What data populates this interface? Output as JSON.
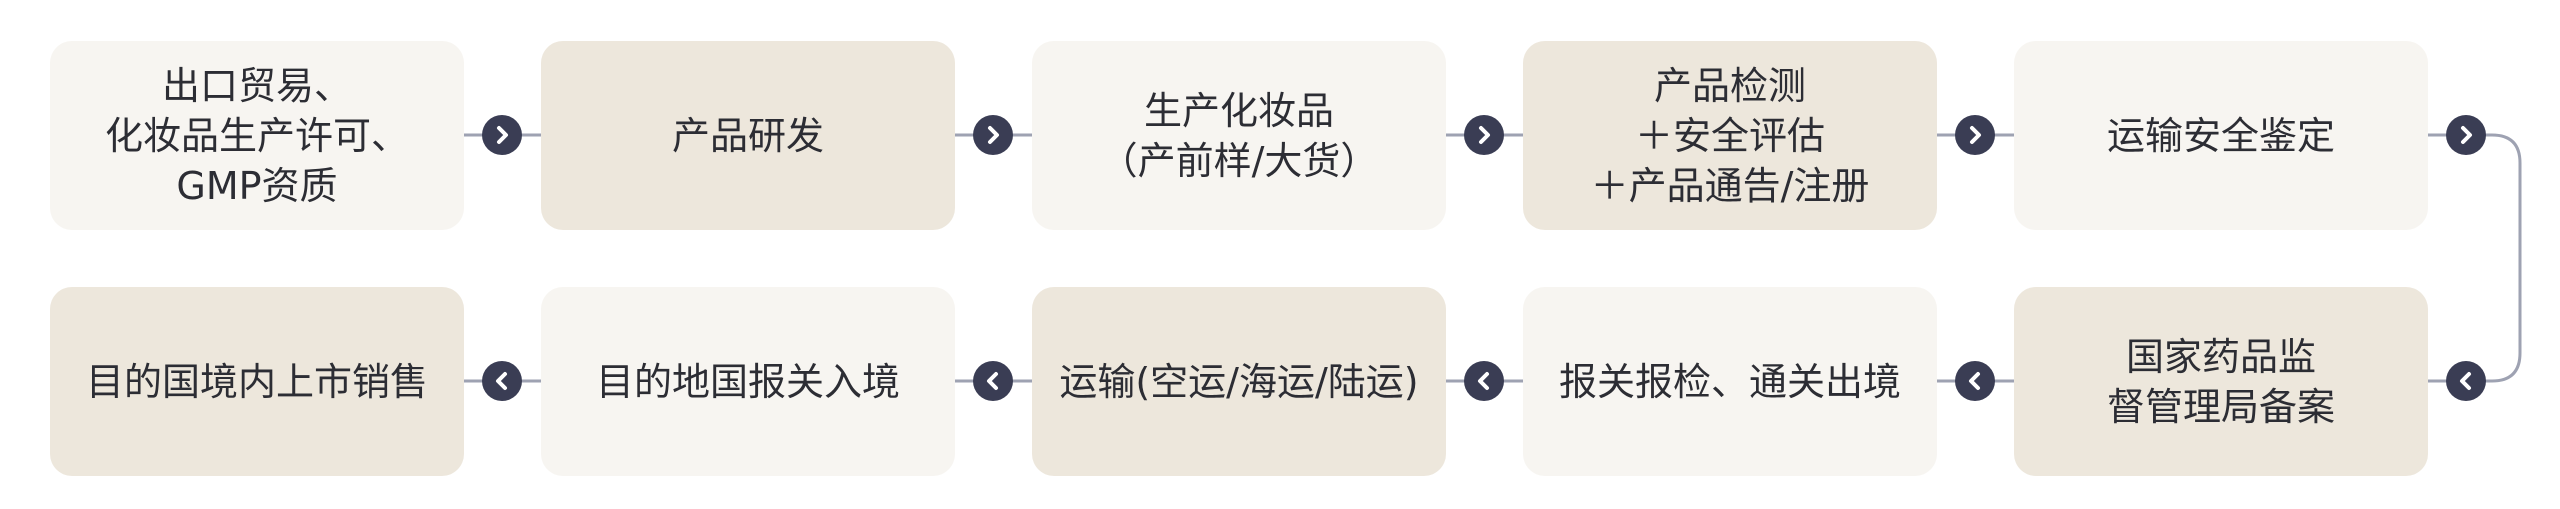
{
  "flow": {
    "row1": [
      {
        "label": "出口贸易、\n化妆品生产许可、\nGMP资质",
        "tone": "light"
      },
      {
        "label": "产品研发",
        "tone": "dark"
      },
      {
        "label": "生产化妆品\n（产前样/大货）",
        "tone": "light"
      },
      {
        "label": "产品检测\n＋安全评估\n＋产品通告/注册",
        "tone": "dark"
      },
      {
        "label": "运输安全鉴定",
        "tone": "light"
      }
    ],
    "row2": [
      {
        "label": "目的国境内上市销售",
        "tone": "dark"
      },
      {
        "label": "目的地国报关入境",
        "tone": "light"
      },
      {
        "label": "运输(空运/海运/陆运)",
        "tone": "dark"
      },
      {
        "label": "报关报检、通关出境",
        "tone": "light"
      },
      {
        "label": "国家药品监\n督管理局备案",
        "tone": "dark"
      }
    ]
  },
  "icons": {
    "forward": "chevron-right-icon",
    "backward": "chevron-left-icon"
  },
  "colors": {
    "light_box": "#f7f5f1",
    "dark_box": "#ede7dc",
    "badge": "#3a3d54",
    "connector": "#9ea2b2",
    "text": "#2c2d34"
  }
}
